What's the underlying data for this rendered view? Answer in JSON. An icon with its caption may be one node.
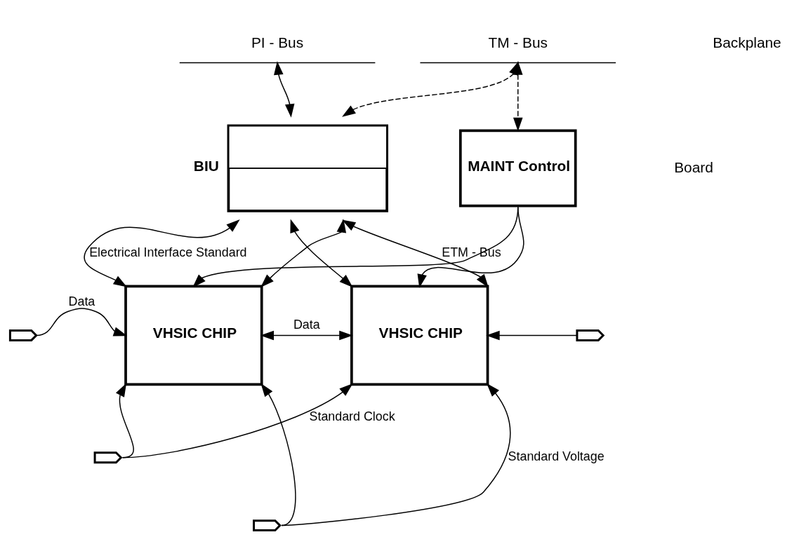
{
  "diagram": {
    "nodes": [
      {
        "text": [
          "PI - Bus"
        ]
      },
      {
        "text": [
          "TM - Bus"
        ]
      },
      {
        "text": [
          "BIU"
        ]
      },
      {
        "text": [
          "MAINT Control"
        ]
      },
      {
        "text": [
          "VHSIC CHIP"
        ]
      },
      {
        "text": [
          "VHSIC CHIP"
        ]
      },
      {
        "text": [],
        "shape": "plug"
      },
      {
        "text": [],
        "shape": "plug"
      },
      {
        "text": [],
        "shape": "plug"
      },
      {
        "text": [],
        "shape": "plug"
      }
    ],
    "edges": [
      {
        "from": 0,
        "to": 2,
        "arrow": "both"
      },
      {
        "from": 1,
        "to": 2,
        "arrow": "both",
        "style": "dashed"
      },
      {
        "from": 1,
        "to": 3,
        "arrow": "both",
        "style": "dashed"
      },
      {
        "from": 2,
        "to": 4,
        "arrow": "both",
        "label": "Electrical Interface Standard"
      },
      {
        "from": 2,
        "to": 5,
        "arrow": "both"
      },
      {
        "from": 2,
        "to": 4,
        "arrow": "both"
      },
      {
        "from": 2,
        "to": 5,
        "arrow": "both",
        "label": "ETM - Bus"
      },
      {
        "from": 3,
        "to": 4,
        "arrow": "to"
      },
      {
        "from": 3,
        "to": 5,
        "arrow": "to"
      },
      {
        "from": 6,
        "to": 4,
        "arrow": "to",
        "label": "Data"
      },
      {
        "from": 4,
        "to": 5,
        "arrow": "both",
        "label": "Data"
      },
      {
        "from": 9,
        "to": 5,
        "arrow": "to"
      },
      {
        "from": 7,
        "to": 4,
        "arrow": "to"
      },
      {
        "from": 7,
        "to": 5,
        "arrow": "to",
        "label": "Standard Clock"
      },
      {
        "from": 8,
        "to": 4,
        "arrow": "to"
      },
      {
        "from": 8,
        "to": 5,
        "arrow": "to",
        "label": "Standard Voltage"
      }
    ],
    "labels": [
      "Backplane",
      "Board"
    ]
  }
}
